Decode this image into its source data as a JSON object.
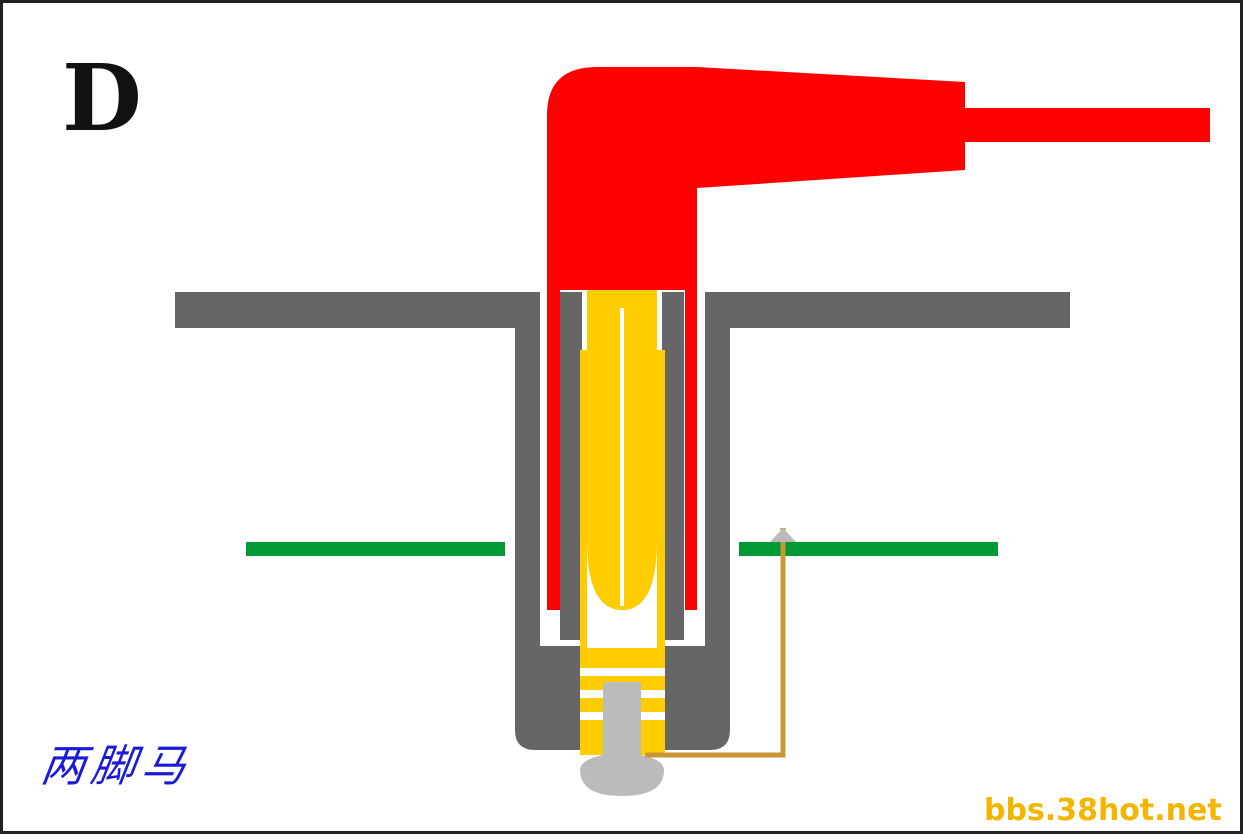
{
  "diagram": {
    "label": "D",
    "caption": "两脚马",
    "watermark": "bbs.38hot.net"
  },
  "colors": {
    "frame": "#222222",
    "housing": "#666666",
    "plug": "#ff0000",
    "pin": "#ffcc00",
    "board": "#009933",
    "lead": "#c89632",
    "probe_tip": "#bbbbbb",
    "caption": "#1a1ad8",
    "watermark": "#f4b400"
  }
}
